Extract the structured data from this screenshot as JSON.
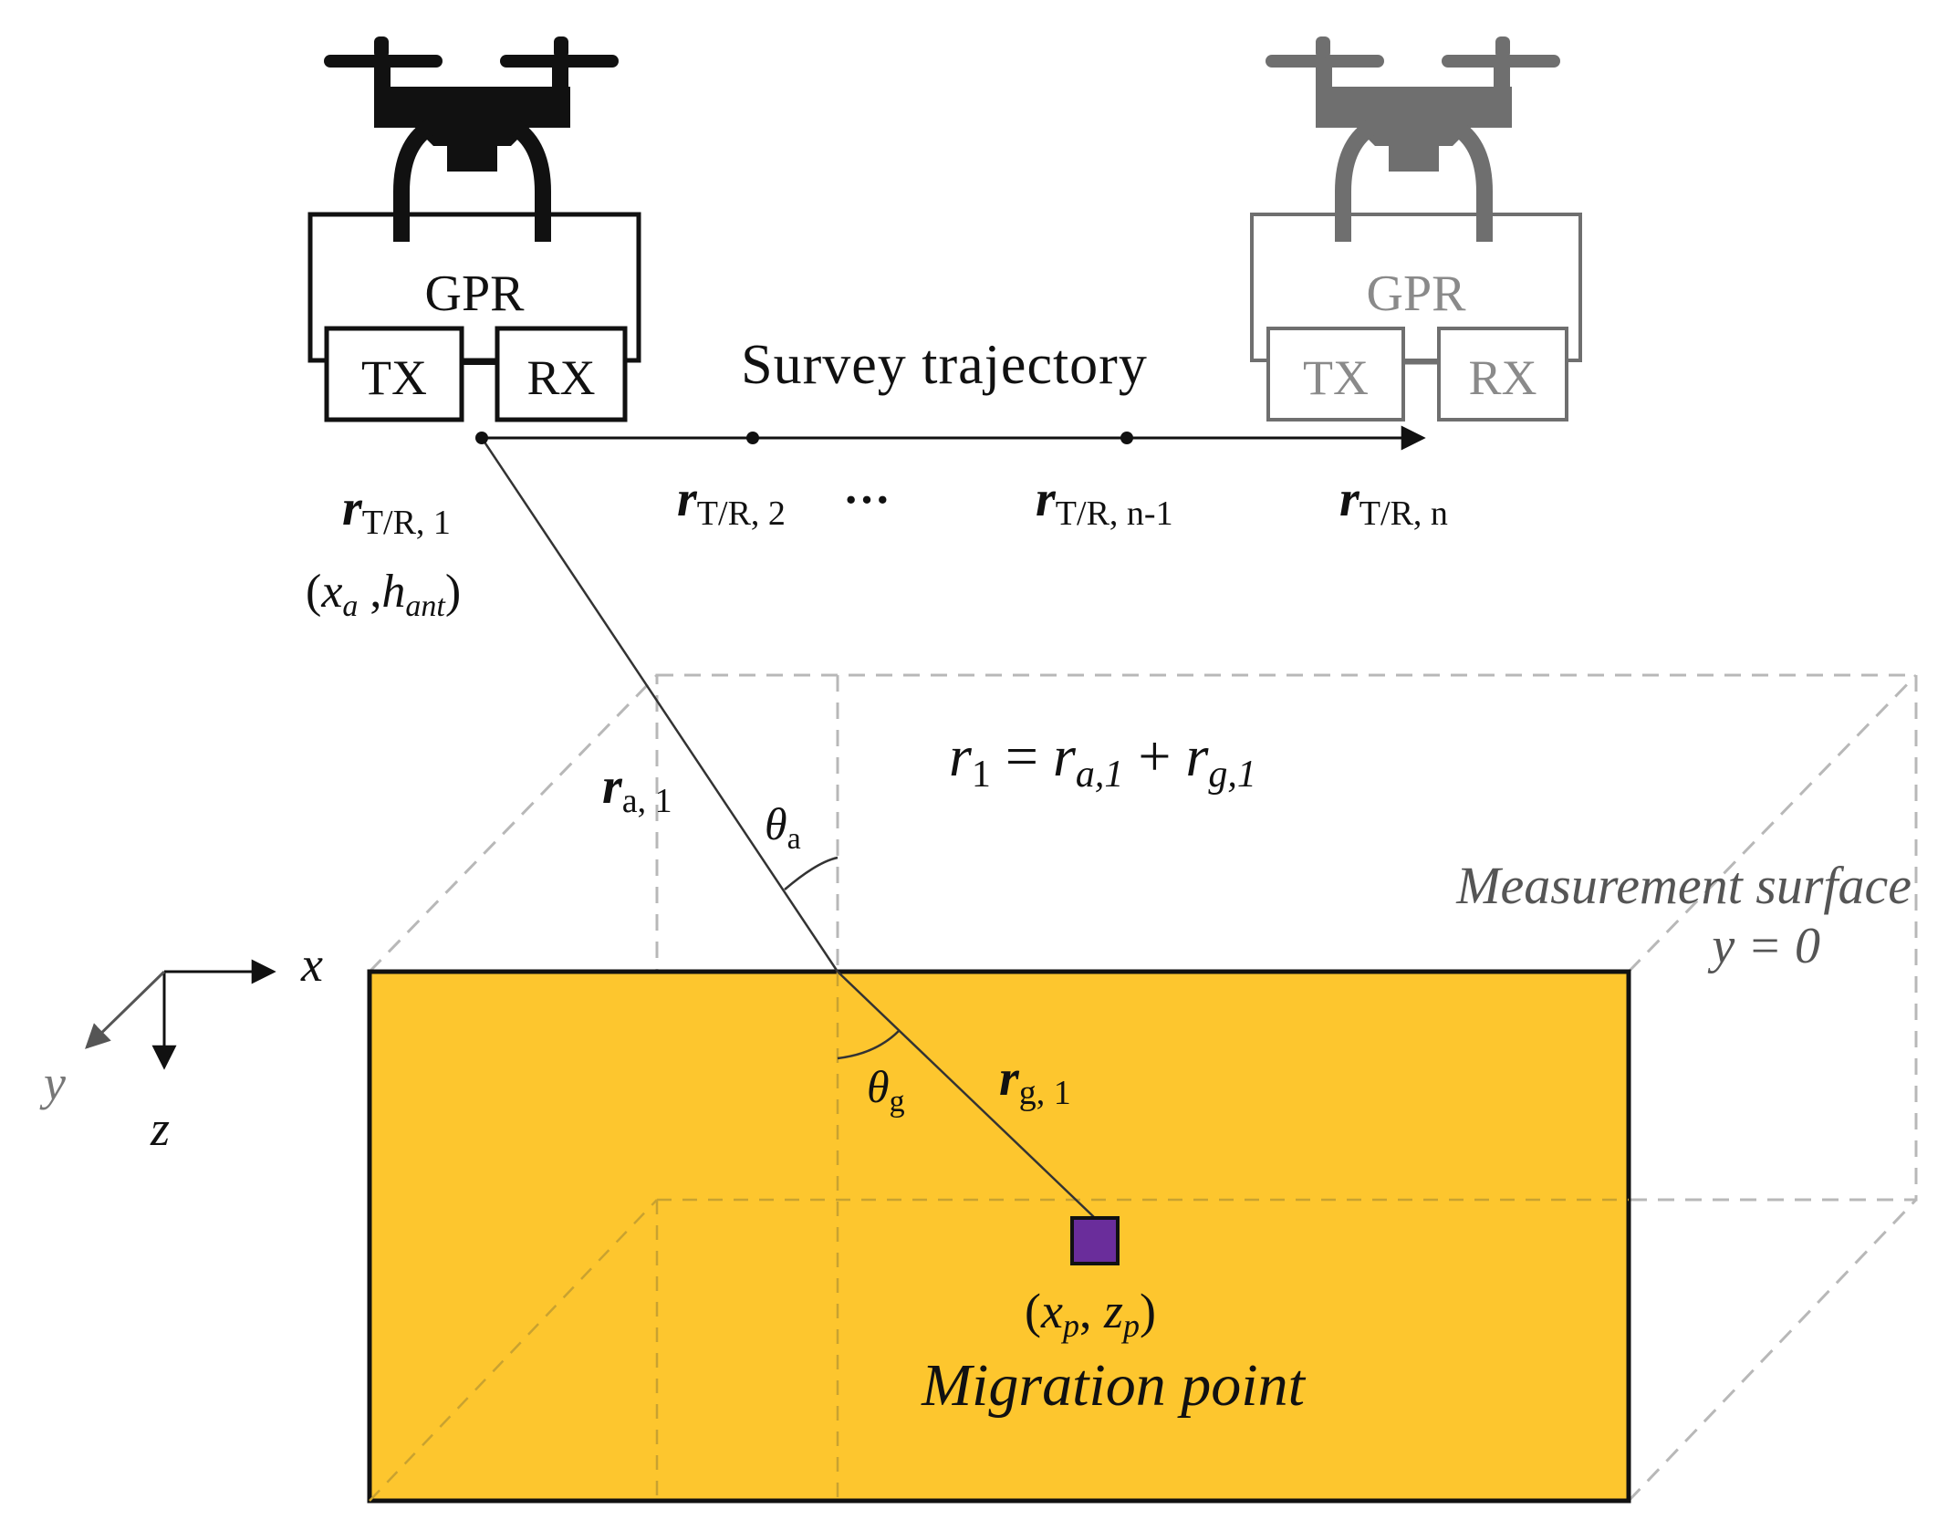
{
  "colors": {
    "ground": "#fdc62e",
    "migration_point": "#6a2d9b",
    "drone_active": "#111111",
    "drone_faded": "#6f6f6f",
    "faded_text": "#8a8a8a",
    "dashed_box": "#b8b8b8"
  },
  "drone_left": {
    "gpr_label": "GPR",
    "tx_label": "TX",
    "rx_label": "RX"
  },
  "drone_right": {
    "gpr_label": "GPR",
    "tx_label": "TX",
    "rx_label": "RX"
  },
  "trajectory": {
    "label": "Survey trajectory",
    "ellipsis": "···",
    "positions": [
      {
        "symbol": "r",
        "subscript": "T/R, 1"
      },
      {
        "symbol": "r",
        "subscript": "T/R, 2"
      },
      {
        "symbol": "r",
        "subscript": "T/R, n-1"
      },
      {
        "symbol": "r",
        "subscript": "T/R, n"
      }
    ]
  },
  "antenna_coord": {
    "open": "(",
    "x": "x",
    "x_sub": "a",
    "sep": " ,",
    "h": "h",
    "h_sub": "ant",
    "close": ")"
  },
  "equation": {
    "lhs": "r",
    "lhs_sub": "1",
    "eq": " = ",
    "a": "r",
    "a_sub": "a,1",
    "plus": " + ",
    "g": "r",
    "g_sub": "g,1"
  },
  "path_labels": {
    "ra_symbol": "r",
    "ra_sub": "a, 1",
    "rg_symbol": "r",
    "rg_sub": "g, 1",
    "theta": "θ",
    "theta_a_sub": "a",
    "theta_g_sub": "g"
  },
  "surface": {
    "label": "Measurement surface",
    "equation": "y = 0"
  },
  "axes": {
    "x": "x",
    "y": "y",
    "z": "z"
  },
  "migration": {
    "coord_open": "(",
    "coord_x": "x",
    "coord_x_sub": "p",
    "coord_sep": ", ",
    "coord_z": "z",
    "coord_z_sub": "p",
    "coord_close": ")",
    "label": "Migration point"
  }
}
